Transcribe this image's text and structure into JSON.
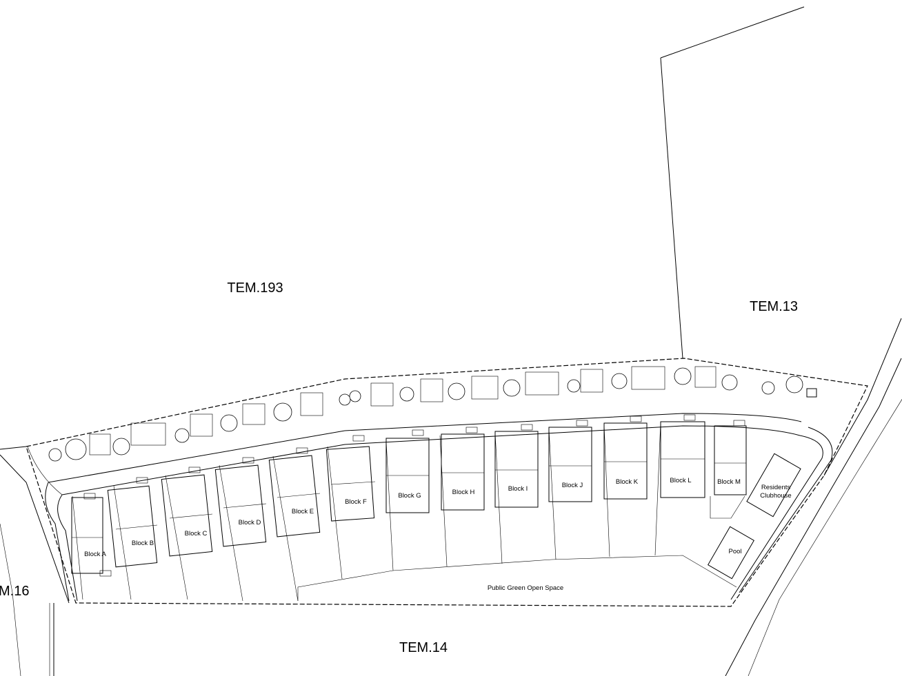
{
  "lots": {
    "north": "TEM.193",
    "north_east": "TEM.13",
    "south": "TEM.14",
    "west": "M.16"
  },
  "blocks": [
    "Block A",
    "Block B",
    "Block C",
    "Block D",
    "Block E",
    "Block F",
    "Block G",
    "Block H",
    "Block I",
    "Block J",
    "Block K",
    "Block L",
    "Block M"
  ],
  "facilities": {
    "clubhouse_line1": "Residents",
    "clubhouse_line2": "Clubhouse",
    "pool": "Pool",
    "open_space": "Public Green Open Space"
  }
}
